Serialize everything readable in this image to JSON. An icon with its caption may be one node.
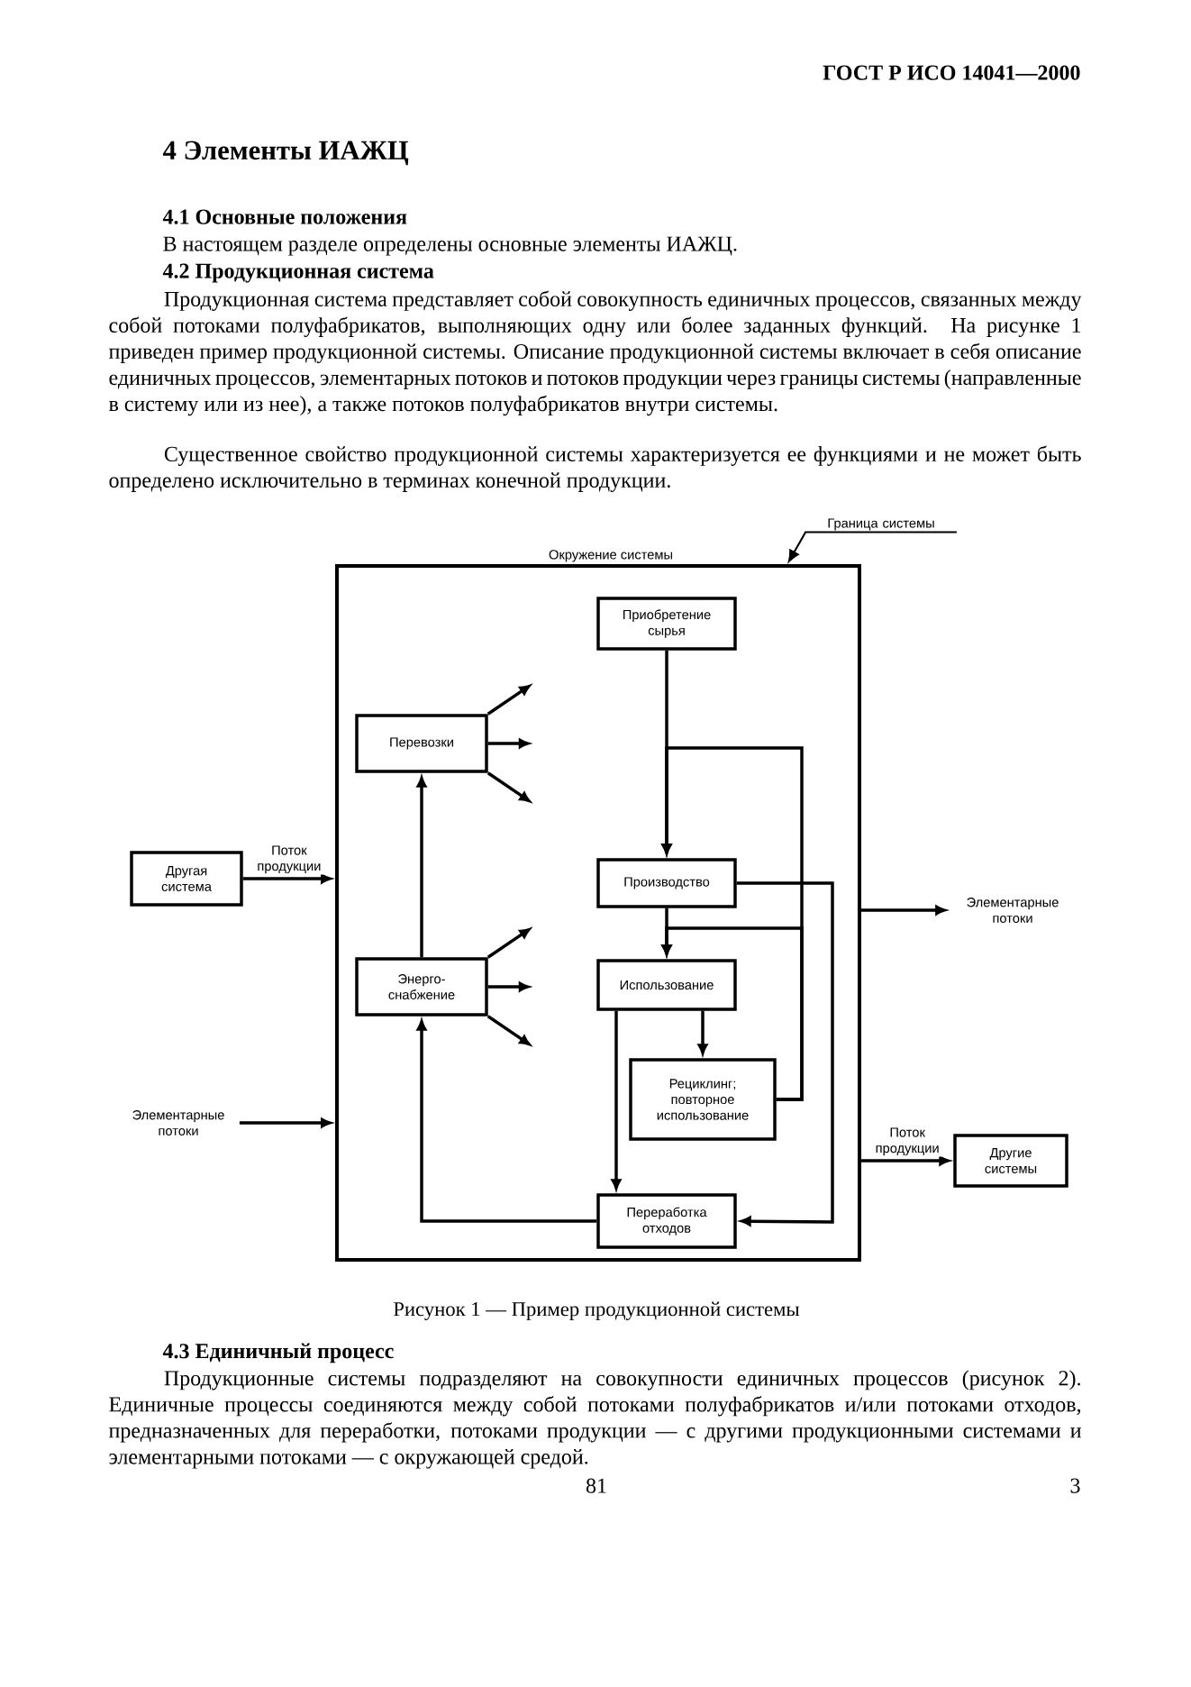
{
  "diagram": {
    "title": "4 Элементы ИАЖЦ",
    "caption": "Рисунок 1 — Пример продукционной системы",
    "nodes": [
      {
        "text": [],
        "shape": "box"
      },
      {
        "text": [
          "Приобретение сырья"
        ],
        "in": 0
      },
      {
        "text": [
          "Перевозки"
        ],
        "in": 0
      },
      {
        "text": [
          "Другая система"
        ]
      },
      {
        "text": [
          "Производство"
        ],
        "in": 0
      },
      {
        "text": [
          "Энерго-снабжение"
        ],
        "in": 0
      },
      {
        "text": [
          "Использование"
        ],
        "in": 0
      },
      {
        "text": [
          "Рециклинг; повторное использование"
        ],
        "in": 0
      },
      {
        "text": [
          "Переработка отходов"
        ],
        "in": 0
      },
      {
        "text": [
          "Другие системы"
        ]
      },
      {
        "text": [
          "Граница системы"
        ]
      },
      {
        "text": [
          "Элементарные потоки"
        ]
      },
      {
        "text": [
          "Элементарные потоки"
        ]
      }
    ],
    "edges": [
      {
        "from": 3,
        "to": 0,
        "arrow": "to",
        "label": "Поток продукции"
      },
      {
        "from": 11,
        "to": 0,
        "arrow": "to"
      },
      {
        "from": 0,
        "to": 12,
        "arrow": "to"
      },
      {
        "from": 0,
        "to": 9,
        "arrow": "to",
        "label": "Поток продукции"
      },
      {
        "from": 10,
        "to": 0,
        "arrow": "to"
      },
      {
        "from": 1,
        "to": 4,
        "arrow": "to"
      },
      {
        "from": 7,
        "to": 4,
        "arrow": "to"
      },
      {
        "from": 4,
        "to": 6,
        "arrow": "to"
      },
      {
        "from": 7,
        "to": 6,
        "arrow": "to"
      },
      {
        "from": 6,
        "to": 7,
        "arrow": "to"
      },
      {
        "from": 6,
        "to": 8,
        "arrow": "to"
      },
      {
        "from": 4,
        "to": 8,
        "arrow": "to"
      },
      {
        "from": 8,
        "to": 5,
        "arrow": "to"
      },
      {
        "from": 5,
        "to": 2,
        "arrow": "to"
      },
      {
        "from": 2,
        "to": null,
        "arrow": "to"
      },
      {
        "from": 2,
        "to": null,
        "arrow": "to"
      },
      {
        "from": 2,
        "to": null,
        "arrow": "to"
      },
      {
        "from": 5,
        "to": null,
        "arrow": "to"
      },
      {
        "from": 5,
        "to": null,
        "arrow": "to"
      },
      {
        "from": 5,
        "to": null,
        "arrow": "to"
      }
    ],
    "labels": [
      "ГОСТ Р ИСО 14041—2000",
      "4.1 Основные положения",
      "В настоящем разделе определены основные элементы ИАЖЦ.",
      "4.2 Продукционная система",
      "Продукционная система представляет собой совокупность единичных процессов, связанных между собой потоками полуфабрикатов, выполняющих одну или более заданных функций. На рисунке 1 приведен пример продукционной системы. Описание продукционной системы включает в себя описание единичных процессов, элементарных потоков и потоков продукции через границы системы (направленные в систему или из нее), а также потоков полуфабрикатов внутри системы.",
      "Существенное свойство продукционной системы характеризуется ее функциями и не может быть определено исключительно в терминах конечной продукции.",
      "Окружение системы",
      "4.3 Единичный процесс",
      "Продукционные системы подразделяют на совокупности единичных процессов (рисунок 2). Единичные процессы соединяются между собой потоками полуфабрикатов и/или потоками отходов, предназначенных для переработки, потоками продукции — с другими продукционными системами и элементарными потоками — с окружающей средой.",
      "81",
      "3"
    ]
  }
}
